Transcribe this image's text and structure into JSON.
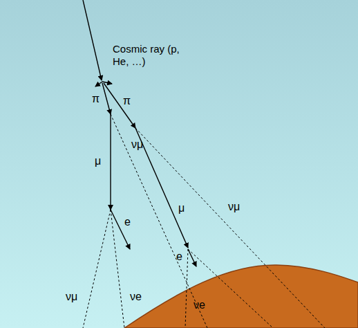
{
  "diagram": {
    "labels": [
      "Cosmic ray (p, He, …)",
      "π",
      "π",
      "μ",
      "νμ",
      "μ",
      "νμ",
      "e",
      "e",
      "νμ",
      "νe",
      "νe"
    ]
  }
}
